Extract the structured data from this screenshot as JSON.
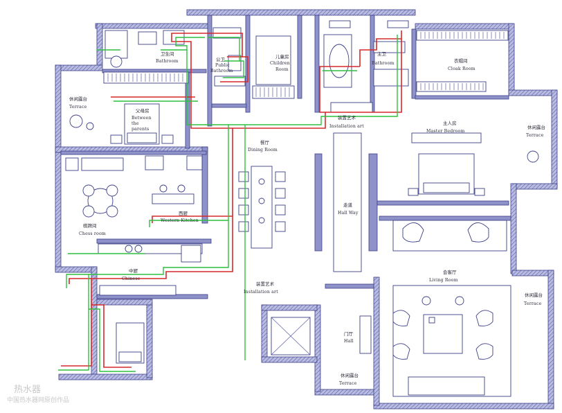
{
  "rooms": {
    "bathroom_left": {
      "cn": "卫生间",
      "en": "Bathroom"
    },
    "public_bathroom": {
      "cn": "公卫",
      "en1": "Public",
      "en2": "Bathroom"
    },
    "children_room": {
      "cn": "儿童房",
      "en1": "Children",
      "en2": "Room"
    },
    "bathroom_right": {
      "cn": "主卫",
      "en": "Bathroom"
    },
    "cloak_room": {
      "cn": "衣帽间",
      "en": "Cloak Room"
    },
    "terrace_left": {
      "cn": "休闲露台",
      "en": "Terrace"
    },
    "parents_room": {
      "cn": "父母房",
      "en1": "Between",
      "en2": "the",
      "en3": "parents"
    },
    "installation_art_top": {
      "cn": "装置艺术",
      "en": "Installation art"
    },
    "master_bedroom": {
      "cn": "主人房",
      "en": "Master Bedroom"
    },
    "terrace_right_top": {
      "cn": "休闲露台",
      "en": "Terrace"
    },
    "dining_room": {
      "cn": "餐厅",
      "en": "Dining Room"
    },
    "chess_room": {
      "cn": "棋牌间",
      "en": "Chess room"
    },
    "western_kitchen": {
      "cn": "西厨",
      "en": "Western Kitchen"
    },
    "hall_way": {
      "cn": "走道",
      "en": "Hall Way"
    },
    "chinese_kitchen": {
      "cn": "中厨",
      "en": "Chinese"
    },
    "installation_art_mid": {
      "cn": "装置艺术",
      "en": "Installation art"
    },
    "living_room": {
      "cn": "会客厅",
      "en": "Living Room"
    },
    "terrace_right": {
      "cn": "休闲露台",
      "en": "Terrace"
    },
    "hall": {
      "cn": "门厅",
      "en": "Hall"
    },
    "terrace_bottom": {
      "cn": "休闲露台",
      "en": "Terrace"
    }
  },
  "watermark": {
    "title": "热水器",
    "subtitle": "中国热水器网原创作品"
  },
  "colors": {
    "walls": "#8e92c8",
    "hot_water_pipe": "#d62828",
    "cold_water_pipe": "#2fbf3f"
  }
}
